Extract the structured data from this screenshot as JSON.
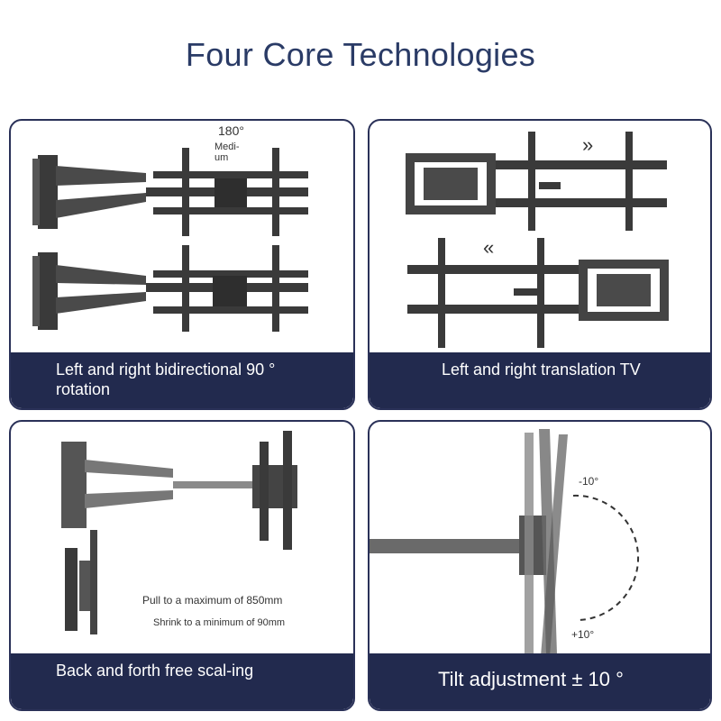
{
  "title": "Four Core Technologies",
  "panels": [
    {
      "caption": "Left and right bidirectional 90 ° rotation",
      "annotations": {
        "angle": "180°",
        "mode_line1": "Medi-",
        "mode_line2": "um"
      }
    },
    {
      "caption": "Left and right translation TV",
      "annotations": {
        "arrow_right": "»",
        "arrow_left": "«"
      }
    },
    {
      "caption": "Back and forth free scal-ing",
      "annotations": {
        "max": "Pull to a maximum of 850mm",
        "min": "Shrink to a minimum of 90mm"
      }
    },
    {
      "caption": "Tilt adjustment ± 10 °",
      "annotations": {
        "up": "-10°",
        "down": "+10°"
      }
    }
  ],
  "colors": {
    "title": "#2a3b66",
    "caption_bg": "#222a4e",
    "border": "#2a3158",
    "metal": "#3a3a3a"
  }
}
